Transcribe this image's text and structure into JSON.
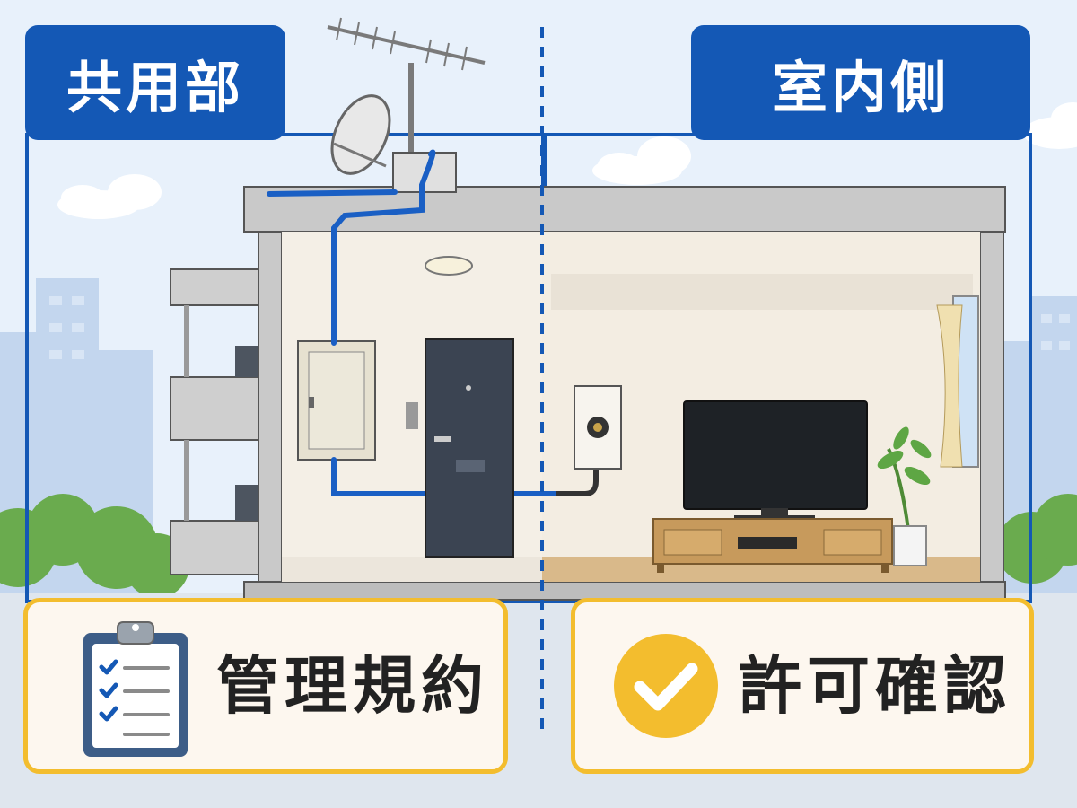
{
  "labels": {
    "left_area": "共用部",
    "right_area": "室内側"
  },
  "cards": {
    "left_text": "管理規約",
    "right_text": "許可確認"
  },
  "icons": {
    "left_card": "clipboard-checklist-icon",
    "right_card": "checkmark-circle-icon"
  },
  "colors": {
    "label_blue": "#1458b5",
    "card_border": "#f3bd2e",
    "cable_blue": "#1a5fc4",
    "check_yellow": "#f3bd2e"
  }
}
